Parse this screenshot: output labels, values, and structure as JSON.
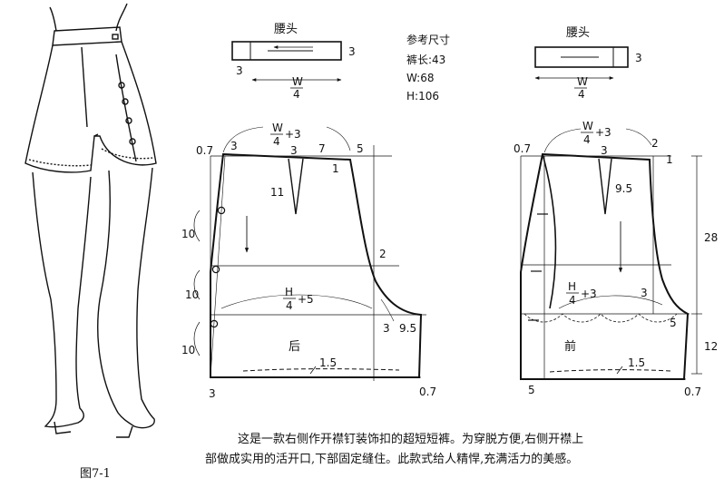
{
  "figure_label": "图7-1",
  "caption": {
    "line1": "这是一款右侧作开襟钉装饰扣的超短短裤。为穿脱方便,右侧开襟上",
    "line2": "部做成实用的活开口,下部固定缝住。此款式给人精悍,充满活力的美感。"
  },
  "reference": {
    "title": "参考尺寸",
    "pants_length": "裤长:43",
    "waist": "W:68",
    "hip": "H:106"
  },
  "waistband": {
    "title": "腰头",
    "height": "3",
    "left_ext": "3",
    "width_num": "W",
    "width_den": "4"
  },
  "back": {
    "label": "后",
    "top_num": "W",
    "top_den": "4",
    "top_plus": "+3",
    "hip_num": "H",
    "hip_den": "4",
    "hip_plus": "+5",
    "dims": {
      "d07": "0.7",
      "d3a": "3",
      "d3b": "3",
      "d7": "7",
      "d5": "5",
      "d1": "1",
      "dart": "11",
      "d10a": "10",
      "d10b": "10",
      "d10c": "10",
      "d2": "2",
      "crotch3": "3",
      "crotch": "9.5",
      "hem": "1.5",
      "bottom_left": "3",
      "bottom_right": "0.7"
    }
  },
  "front": {
    "label": "前",
    "top_num": "W",
    "top_den": "4",
    "top_plus": "+3",
    "hip_num": "H",
    "hip_den": "4",
    "hip_plus": "+3",
    "dims": {
      "d07": "0.7",
      "d3": "3",
      "d2": "2",
      "d1": "1",
      "dart": "9.5",
      "rise": "28",
      "crotch3": "3",
      "crotch5": "5",
      "inseam": "12",
      "hem": "1.5",
      "bottom_left": "5",
      "bottom_right": "0.7"
    }
  }
}
